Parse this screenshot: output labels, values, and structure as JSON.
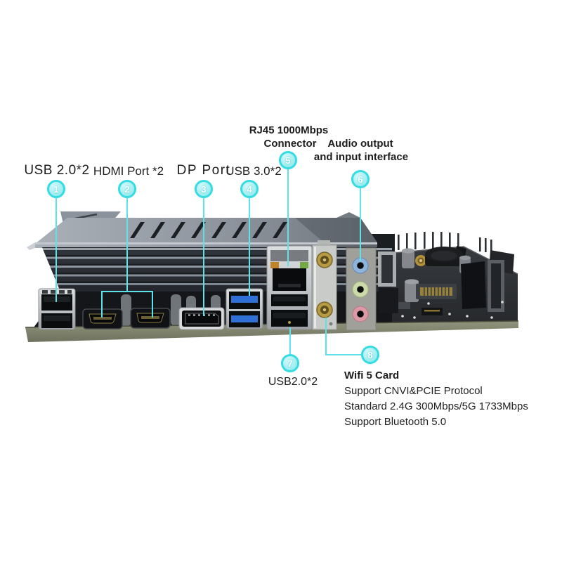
{
  "colors": {
    "background": "#ffffff",
    "callout_ring": "#35dce2",
    "callout_fill": "#9cecef",
    "callout_number": "#ffffff",
    "callout_line": "#5de3e7",
    "label_text": "#1d1d1d",
    "usb3_blue": "#2f6fd6",
    "audio_blue": "#8fb4dc",
    "audio_green": "#ccdaaa",
    "audio_pink": "#dc9aa6",
    "pcb_edge_green": "#82866e"
  },
  "callouts": [
    {
      "number": "1",
      "label": "USB 2.0*2"
    },
    {
      "number": "2",
      "label": "HDMI Port *2"
    },
    {
      "number": "3",
      "label": "DP Port"
    },
    {
      "number": "4",
      "label": "USB 3.0*2"
    },
    {
      "number": "5",
      "label": "RJ45 1000Mbps Connector"
    },
    {
      "number": "6",
      "label": "Audio output and input interface"
    },
    {
      "number": "7",
      "label": "USB2.0*2"
    },
    {
      "number": "8",
      "label": "Wifi 5 Card"
    }
  ],
  "labels": {
    "usb20_top": "USB 2.0*2",
    "hdmi": "HDMI Port *2",
    "dp": "DP Port",
    "usb30": "USB 3.0*2",
    "rj45_line1": "RJ45 1000Mbps",
    "rj45_line2": "Connector",
    "audio_line1": "Audio output",
    "audio_line2": "and input interface",
    "usb20_bottom": "USB2.0*2",
    "wifi_title": "Wifi 5 Card",
    "wifi_spec1": "Support CNVI&PCIE Protocol",
    "wifi_spec2": "Standard 2.4G 300Mbps/5G 1733Mbps",
    "wifi_spec3": "Support Bluetooth 5.0"
  }
}
